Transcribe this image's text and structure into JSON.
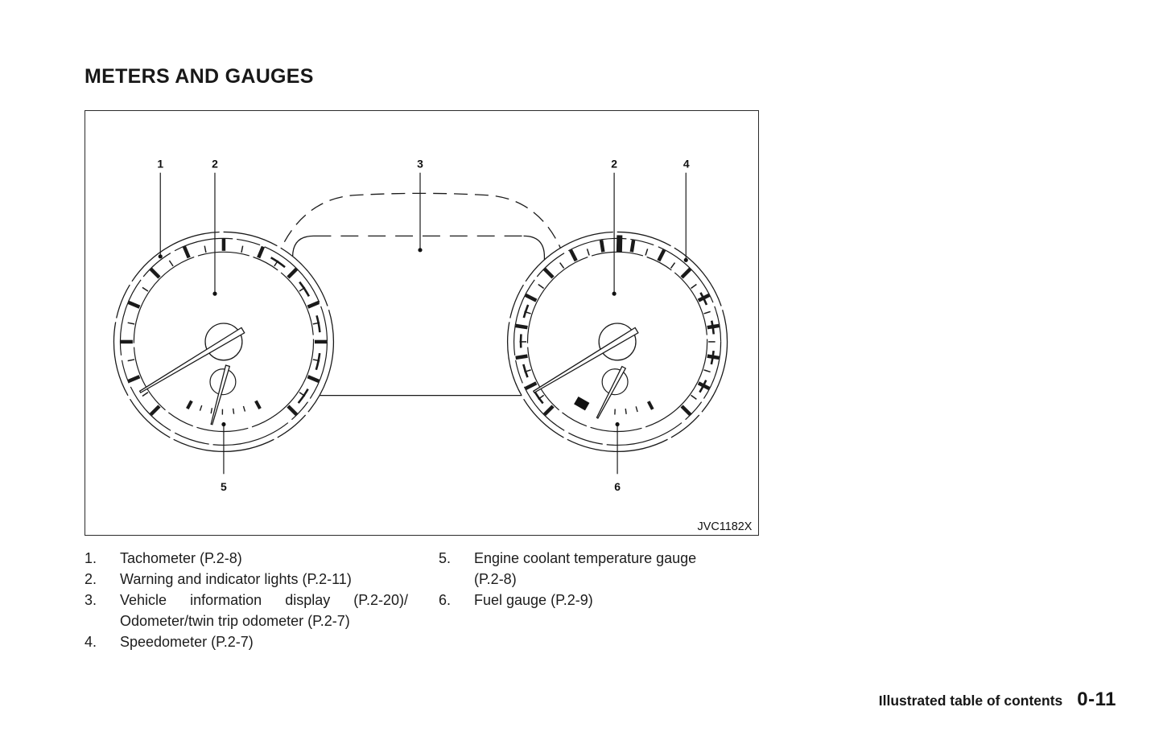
{
  "page": {
    "title": "METERS AND GAUGES",
    "footer": {
      "section_label": "Illustrated table of contents",
      "page_number": "0-11"
    }
  },
  "figure": {
    "image_code": "JVC1182X",
    "description": "Instrument cluster line drawing: left tachometer dial with temperature sub-gauge, center vehicle information display outline, right speedometer dial with fuel sub-gauge",
    "callouts": [
      {
        "label": "1"
      },
      {
        "label": "2"
      },
      {
        "label": "3"
      },
      {
        "label": "2"
      },
      {
        "label": "4"
      },
      {
        "label": "5"
      },
      {
        "label": "6"
      }
    ]
  },
  "legend": {
    "left": [
      {
        "num": "1.",
        "lines": [
          "Tachometer (P.2-8)"
        ]
      },
      {
        "num": "2.",
        "lines": [
          "Warning and indicator lights (P.2-11)"
        ]
      },
      {
        "num": "3.",
        "lines": [
          "Vehicle information display (P.2-20)/",
          "Odometer/twin trip odometer (P.2-7)"
        ]
      },
      {
        "num": "4.",
        "lines": [
          "Speedometer (P.2-7)"
        ]
      }
    ],
    "right": [
      {
        "num": "5.",
        "lines": [
          "Engine coolant temperature gauge",
          "(P.2-8)"
        ]
      },
      {
        "num": "6.",
        "lines": [
          "Fuel gauge (P.2-9)"
        ]
      }
    ]
  },
  "colors": {
    "ink": "#1a1a1a",
    "paper": "#ffffff"
  }
}
